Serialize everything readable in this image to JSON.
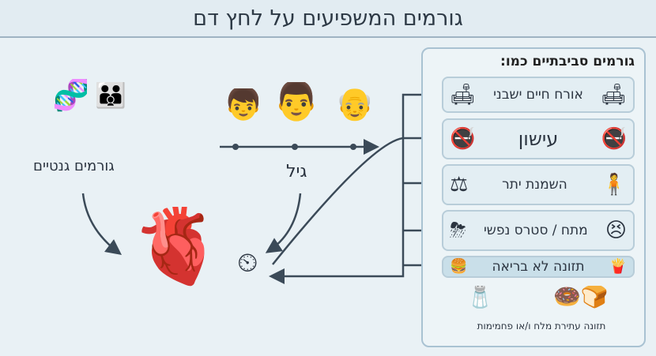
{
  "title": "גורמים המשפיעים על לחץ דם",
  "genetic": {
    "label": "גורמים גנטיים",
    "icon": "dna-family-icon"
  },
  "age": {
    "label": "גיל",
    "icon": "age-people-icon"
  },
  "heart": {
    "icon": "heart-gauge-icon"
  },
  "environment": {
    "title": "גורמים סביבתיים כמו:",
    "items": [
      {
        "label": "אורח חיים ישבני",
        "icon": "couch-icon"
      },
      {
        "label": "עישון",
        "icon": "no-smoking-icon"
      },
      {
        "label": "השמנת יתר",
        "icon": "scale-icon"
      },
      {
        "label": "מתח / סטרס נפשי",
        "icon": "stress-icon"
      },
      {
        "label": "תזונה לא בריאה",
        "icon": "fast-food-icon"
      }
    ],
    "food_note": "תזונה עתירת מלח ו/או פחמימות"
  },
  "colors": {
    "line": "#3b4a58",
    "accent": "#a9c2d2"
  }
}
